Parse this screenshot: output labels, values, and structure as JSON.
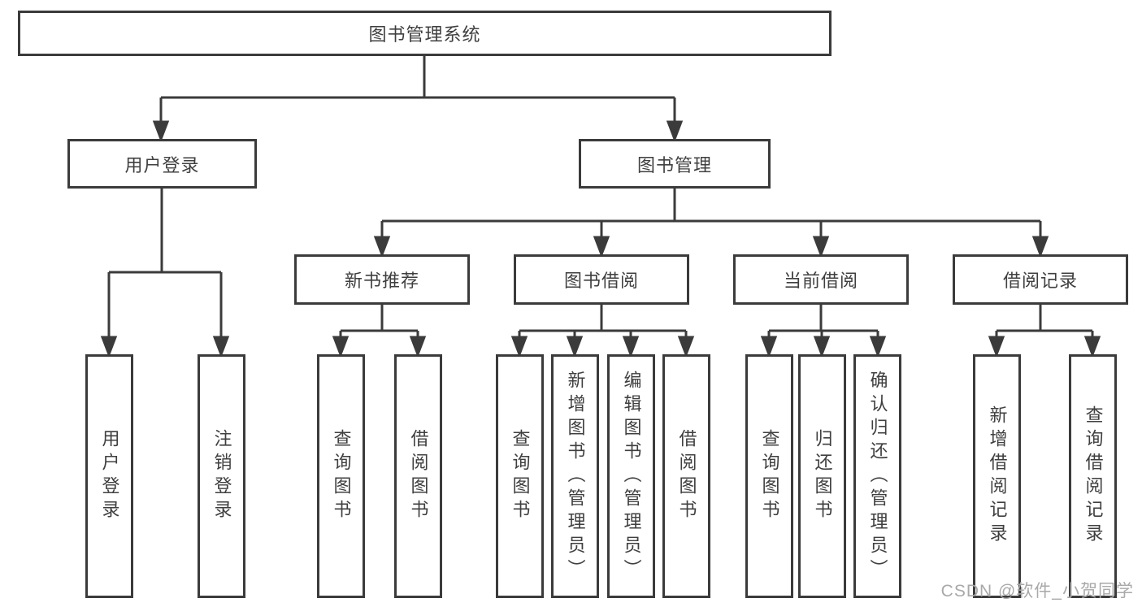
{
  "diagram": {
    "type": "hierarchy-tree",
    "line_color": "#3b3b3b",
    "box_border_color": "#3b3b3b",
    "text_color": "#3f3f3f",
    "background_color": "#ffffff"
  },
  "tree": {
    "label": "图书管理系统",
    "children": [
      {
        "label": "用户登录",
        "children": [
          {
            "label": "用户登录"
          },
          {
            "label": "注销登录"
          }
        ]
      },
      {
        "label": "图书管理",
        "children": [
          {
            "label": "新书推荐",
            "children": [
              {
                "label": "查询图书"
              },
              {
                "label": "借阅图书"
              }
            ]
          },
          {
            "label": "图书借阅",
            "children": [
              {
                "label": "查询图书"
              },
              {
                "label": "新增图书（管理员）"
              },
              {
                "label": "编辑图书（管理员）"
              },
              {
                "label": "借阅图书"
              }
            ]
          },
          {
            "label": "当前借阅",
            "children": [
              {
                "label": "查询图书"
              },
              {
                "label": "归还图书"
              },
              {
                "label": "确认归还（管理员）"
              }
            ]
          },
          {
            "label": "借阅记录",
            "children": [
              {
                "label": "新增借阅记录"
              },
              {
                "label": "查询借阅记录"
              }
            ]
          }
        ]
      }
    ]
  },
  "watermark": {
    "text": "CSDN @软件_小贺同学"
  }
}
